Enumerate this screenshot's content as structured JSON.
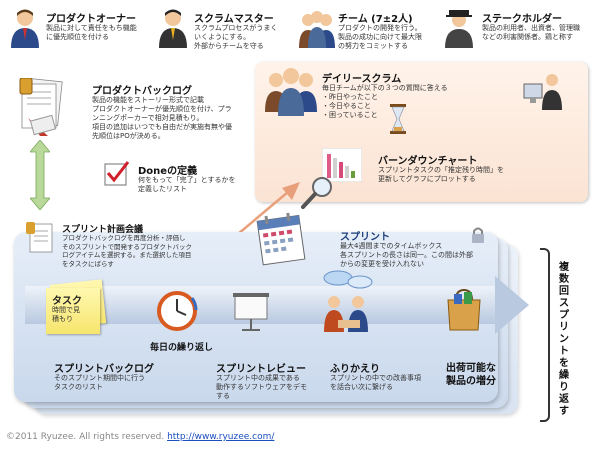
{
  "roles": [
    {
      "title": "プロダクトオーナー",
      "desc": [
        "製品に対して責任をもち機能",
        "に優先順位を付ける"
      ]
    },
    {
      "title": "スクラムマスター",
      "desc": [
        "スクラムプロセスがうまく",
        "いくようにする。",
        "外部からチームを守る"
      ]
    },
    {
      "title": "チーム (7±2人)",
      "desc": [
        "プロダクトの開発を行う。",
        "製品の成功に向けて最大限",
        "の努力をコミットする"
      ]
    },
    {
      "title": "ステークホルダー",
      "desc": [
        "製品の利用者、出資者、管理職",
        "などの利害関係者。鶏と称す"
      ]
    }
  ],
  "product_backlog": {
    "title": "プロダクトバックログ",
    "desc": [
      "製品の機能をストーリー形式で記載",
      "プロダクトオーナーが優先順位を付け、プラ",
      "ンニングポーカーで相対見積もり。",
      "項目の追加はいつでも自由だが実施有無や優",
      "先順位はPOが決める。"
    ]
  },
  "done": {
    "title": "Doneの定義",
    "desc": [
      "何をもって「完了」とするかを",
      "定義したリスト"
    ]
  },
  "planning": {
    "title": "スプリント計画会議",
    "desc": [
      "プロダクトバックログを再度分析・評価し",
      "そのスプリントで開発するプロダクトバック",
      "ログアイテムを選択する。また選択した項目",
      "をタスクにばらす"
    ]
  },
  "daily": {
    "title": "デイリースクラム",
    "desc": [
      "毎日チームが以下の３つの質問に答える",
      "・昨日やったこと",
      "・今日やること",
      "・困っていること"
    ]
  },
  "burndown": {
    "title": "バーンダウンチャート",
    "desc": [
      "スプリントタスクの「推定残り時間」を",
      "更新してグラフにプロットする"
    ]
  },
  "sprint": {
    "title": "スプリント",
    "desc": [
      "最大4週間までのタイムボックス",
      "各スプリントの長さは同一。この間は外部",
      "からの変更を受け入れない"
    ]
  },
  "task": {
    "title": "タスク",
    "desc": [
      "時間で見",
      "積もり"
    ]
  },
  "daily_repeat": "毎日の繰り返し",
  "sprint_backlog": {
    "title": "スプリントバックログ",
    "desc": [
      "そのスプリント期間中に行う",
      "タスクのリスト"
    ]
  },
  "review": {
    "title": "スプリントレビュー",
    "desc": [
      "スプリント中の成果である",
      "動作するソフトウェアをデモ",
      "する"
    ]
  },
  "retro": {
    "title": "ふりかえり",
    "desc": [
      "スプリントの中での改善事項",
      "を話合い次に繋げる"
    ]
  },
  "increment": {
    "title": [
      "出荷可能な",
      "製品の増分"
    ]
  },
  "repeat_label": "複数回スプリントを繰り返す",
  "footer": {
    "copyright": "©2011 Ryuzee. All rights reserved.",
    "link": "http://www.ryuzee.com/"
  },
  "colors": {
    "accent": "#2b5ea8",
    "panel_orange": "#fbe3d3",
    "panel_blue": "#c9d8ec",
    "sticky": "#f6e56d"
  }
}
